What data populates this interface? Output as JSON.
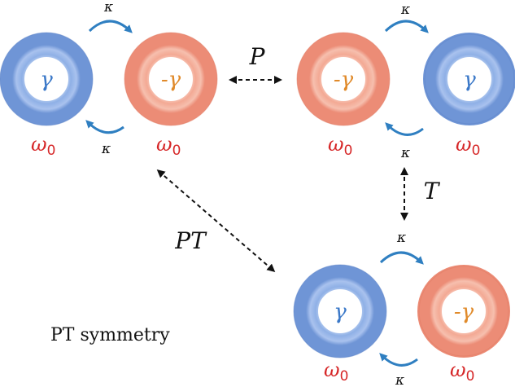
{
  "colors": {
    "blue_ring": "#7da2dc",
    "red_ring": "#f09e8a",
    "gamma_blue": "#3a78c8",
    "gamma_orange": "#e08a2a",
    "omega_red": "#d62728",
    "kappa_arrow": "#2f7fc1",
    "black_arrow": "#111111"
  },
  "gain_label": "γ",
  "loss_label": "-γ",
  "frequency_label": "ω",
  "frequency_subscript": "0",
  "coupling_label": "κ",
  "operators": {
    "parity": "P",
    "time_reversal": "T",
    "parity_time": "PT"
  },
  "caption": "PT symmetry"
}
